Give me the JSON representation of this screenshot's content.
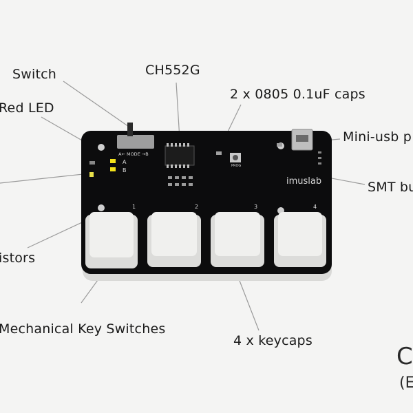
{
  "labels": {
    "switch": "Switch",
    "ch552g": "CH552G",
    "caps": "2 x 0805 0.1uF caps",
    "red_led": "Red LED",
    "mini_usb": "Mini-usb p",
    "smt_button": "SMT bu",
    "resistors": "istors",
    "key_switches": "Mechanical Key Switches",
    "keycaps": "4 x keycaps",
    "corner_big": "C",
    "corner_small": "(E"
  },
  "silkscreen": {
    "brand": "imuslab",
    "mode": "A← MODE →B",
    "led_a": "A",
    "led_b": "B",
    "prog": "PROG",
    "key_numbers": [
      "1",
      "2",
      "3",
      "4"
    ]
  },
  "colors": {
    "pcb": "#0c0c0d",
    "keycap": "#ececea",
    "leader": "#9a9a9a",
    "silk": "#d8d8d8"
  }
}
